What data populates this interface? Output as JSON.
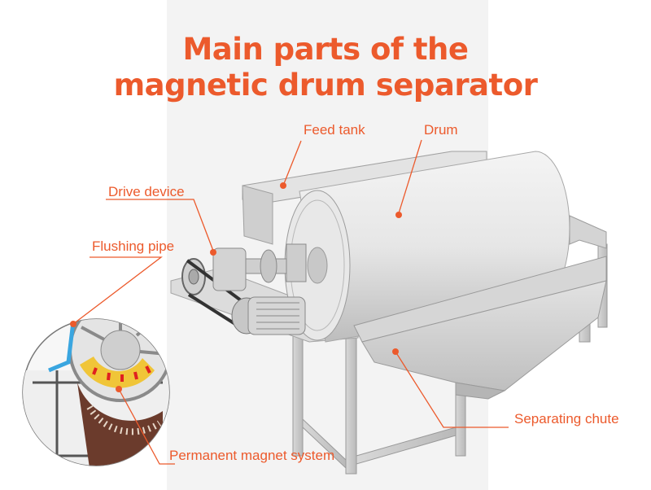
{
  "title": {
    "line1": "Main parts of the",
    "line2": "magnetic drum separator"
  },
  "labels": {
    "feed_tank": "Feed tank",
    "drum": "Drum",
    "drive_device": "Drive device",
    "flushing_pipe": "Flushing pipe",
    "separating_chute": "Separating chute",
    "permanent_magnet_system": "Permanent magnet system"
  },
  "colors": {
    "accent": "#ec5a2c",
    "background_center": "#f3f3f3",
    "background_sides": "#ffffff",
    "machine": "#d9d9d9",
    "flushing_pipe": "#3aa6e0",
    "magnet": "#f2c01a"
  }
}
